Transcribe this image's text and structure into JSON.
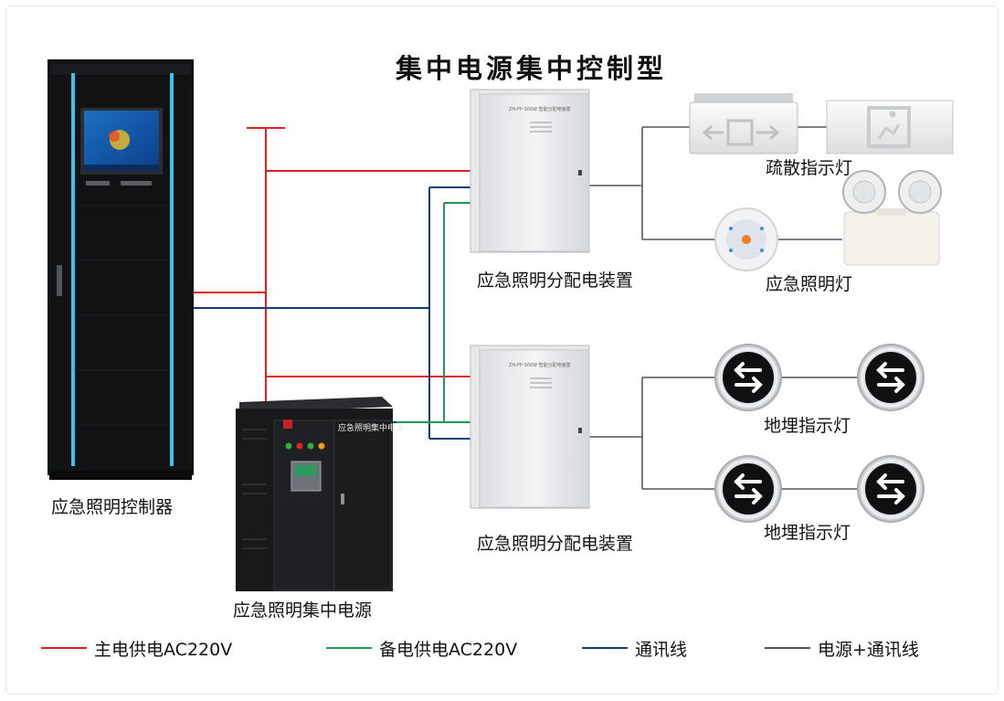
{
  "title": "集中电源集中控制型",
  "colors": {
    "main_power": "#e02020",
    "backup_power": "#1e9a56",
    "communication": "#123f7a",
    "power_comm": "#555555"
  },
  "devices": {
    "controller": "应急照明控制器",
    "central_power": "应急照明集中电源",
    "central_power_panel_text": "应急照明集中电源",
    "distribution_top": "应急照明分配电装置",
    "distribution_bottom": "应急照明分配电装置",
    "distribution_panel_text": "ZH-FP-300W 智能分配电装置",
    "evacuation_lights": "疏散指示灯",
    "emergency_lights": "应急照明灯",
    "ground_lights_1": "地埋指示灯",
    "ground_lights_2": "地埋指示灯"
  },
  "legend": {
    "main_power": "主电供电AC220V",
    "backup_power": "备电供电AC220V",
    "communication": "通讯线",
    "power_comm": "电源+通讯线"
  },
  "icons": [
    "emergency-exit-arrow-sign-icon",
    "running-man-exit-sign-icon",
    "round-ceiling-light-icon",
    "twin-head-emergency-light-icon",
    "ground-arrow-indicator-icon"
  ]
}
